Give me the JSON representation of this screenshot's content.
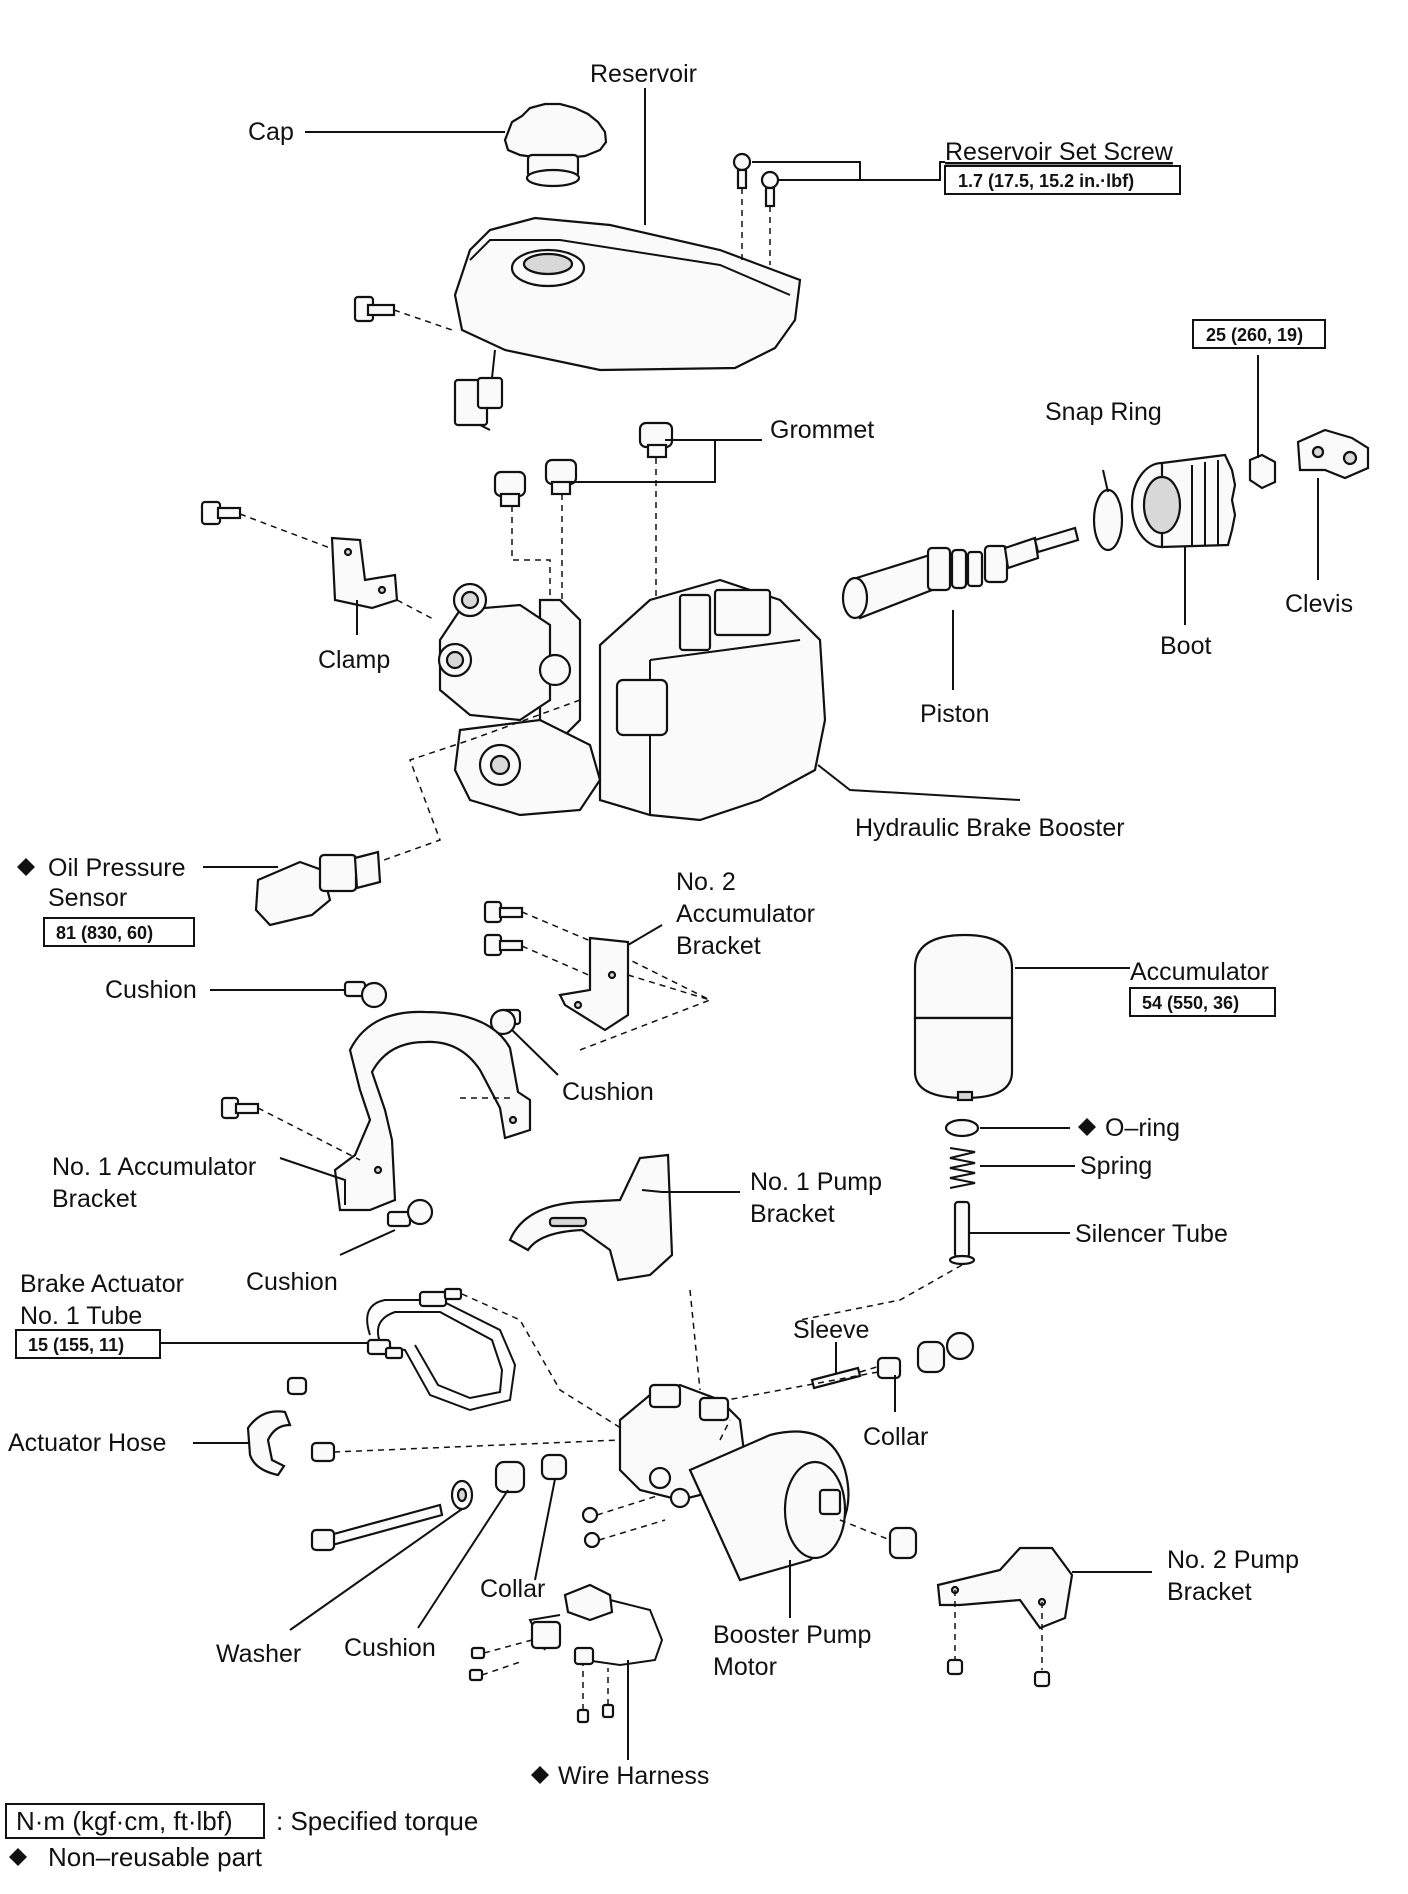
{
  "labels": {
    "reservoir": "Reservoir",
    "cap": "Cap",
    "reservoir_set_screw": "Reservoir Set Screw",
    "grommet": "Grommet",
    "snap_ring": "Snap Ring",
    "clamp": "Clamp",
    "clevis": "Clevis",
    "boot": "Boot",
    "piston": "Piston",
    "hydraulic_brake_booster": "Hydraulic Brake Booster",
    "oil_pressure_sensor_line1": "Oil Pressure",
    "oil_pressure_sensor_line2": "Sensor",
    "no2_accumulator_bracket_line1": "No. 2",
    "no2_accumulator_bracket_line2": "Accumulator",
    "no2_accumulator_bracket_line3": "Bracket",
    "accumulator": "Accumulator",
    "cushion_1": "Cushion",
    "cushion_2": "Cushion",
    "o_ring": "O–ring",
    "spring": "Spring",
    "no1_accumulator_bracket_line1": "No. 1 Accumulator",
    "no1_accumulator_bracket_line2": "Bracket",
    "no1_pump_bracket_line1": "No. 1 Pump",
    "no1_pump_bracket_line2": "Bracket",
    "silencer_tube": "Silencer Tube",
    "cushion_3": "Cushion",
    "brake_actuator_tube_line1": "Brake Actuator",
    "brake_actuator_tube_line2": "No. 1 Tube",
    "sleeve": "Sleeve",
    "collar_1": "Collar",
    "actuator_hose": "Actuator Hose",
    "no2_pump_bracket_line1": "No. 2 Pump",
    "no2_pump_bracket_line2": "Bracket",
    "collar_2": "Collar",
    "washer": "Washer",
    "cushion_4": "Cushion",
    "booster_pump_motor_line1": "Booster Pump",
    "booster_pump_motor_line2": "Motor",
    "wire_harness": "Wire Harness"
  },
  "torques": {
    "reservoir_set_screw": "1.7 (17.5, 15.2 in.·lbf)",
    "clevis_nut": "25 (260, 19)",
    "oil_pressure_sensor": "81 (830, 60)",
    "accumulator": "54 (550, 36)",
    "brake_actuator_tube": "15 (155, 11)"
  },
  "legend": {
    "torque_unit": "N·m (kgf·cm, ft·lbf)",
    "torque_desc": ": Specified torque",
    "non_reusable": "Non–reusable part"
  },
  "symbols": {
    "non_reusable_marker": "diamond-icon"
  }
}
